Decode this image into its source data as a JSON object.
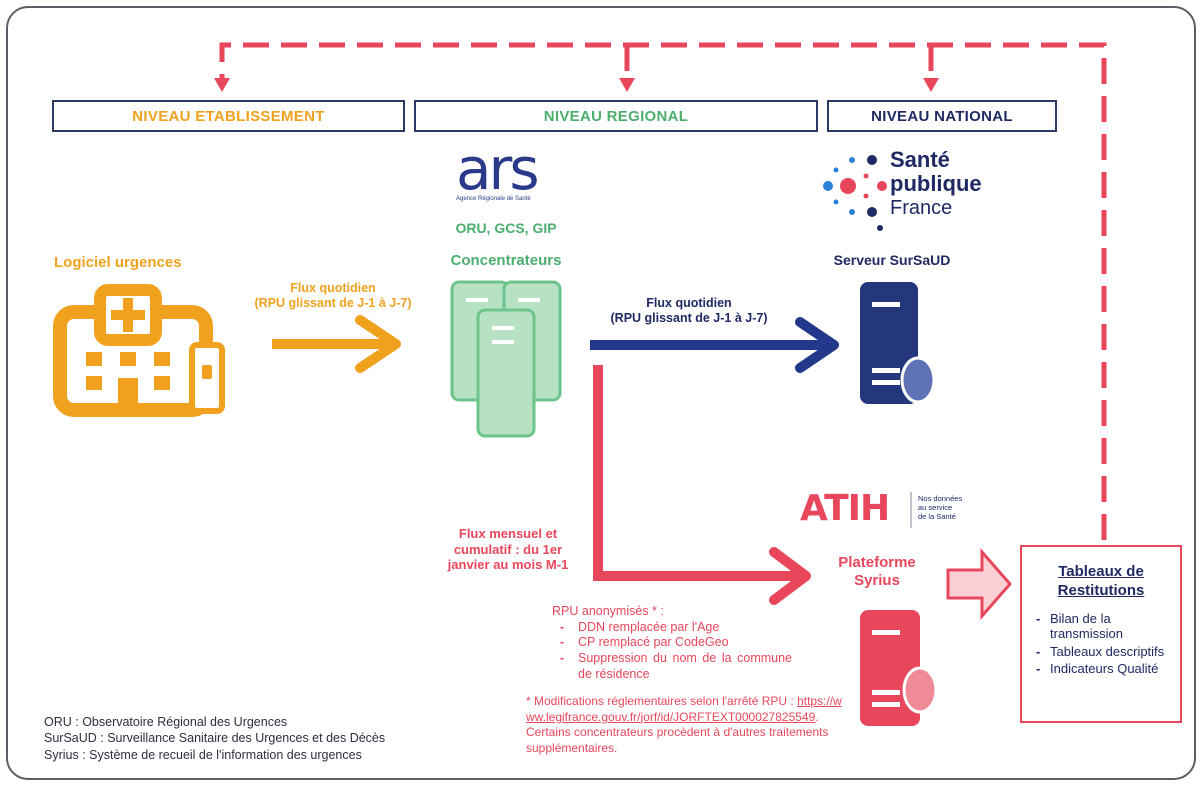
{
  "levels": {
    "etablissement": "NIVEAU ETABLISSEMENT",
    "regional": "NIVEAU REGIONAL",
    "national": "NIVEAU NATIONAL"
  },
  "logos": {
    "ars": "ars",
    "ars_sub": "Agence Régionale de Santé",
    "spf_line1": "Santé",
    "spf_line2": "publique",
    "spf_line3": "France",
    "atih": "ATIH",
    "atih_tag_line1": "Nos données",
    "atih_tag_line2": "au service",
    "atih_tag_line3": "de la Santé"
  },
  "nodes": {
    "logiciel": "Logiciel urgences",
    "oru": "ORU, GCS, GIP",
    "concentrateurs": "Concentrateurs",
    "serveur": "Serveur SurSaUD",
    "plateforme_line1": "Plateforme",
    "plateforme_line2": "Syrius"
  },
  "flows": {
    "left_line1": "Flux quotidien",
    "left_line2": "(RPU glissant de J-1 à J-7)",
    "right_line1": "Flux quotidien",
    "right_line2": "(RPU glissant de J-1 à J-7)",
    "monthly_line1": "Flux mensuel et",
    "monthly_line2": "cumulatif : du 1er",
    "monthly_line3": "janvier au mois M-1"
  },
  "rpu": {
    "title": "RPU anonymisés * :",
    "items": [
      "DDN remplacée par l'Age",
      "CP remplacé par CodeGeo",
      "Suppression du nom de la commune de résidence"
    ],
    "note_prefix": "* Modifications réglementaires selon l'arrêté RPU :",
    "note_link": "https://www.legifrance.gouv.fr/jorf/id/JORFTEXT000027825549",
    "note_suffix": ". Certains concentrateurs procèdent à d'autres traitements supplémentaires."
  },
  "tableaux": {
    "title_line1": "Tableaux de",
    "title_line2": "Restitutions",
    "items": [
      "Bilan de la transmission",
      "Tableaux descriptifs",
      "Indicateurs Qualité"
    ]
  },
  "legend": [
    "ORU : Observatoire Régional des Urgences",
    "SurSaUD : Surveillance Sanitaire des Urgences et des Décès",
    "Syrius : Système de recueil de l'information des urgences"
  ],
  "colors": {
    "orange": "#f0a21e",
    "green": "#4caf6e",
    "navy": "#1f2a63",
    "red": "#e8475b"
  }
}
